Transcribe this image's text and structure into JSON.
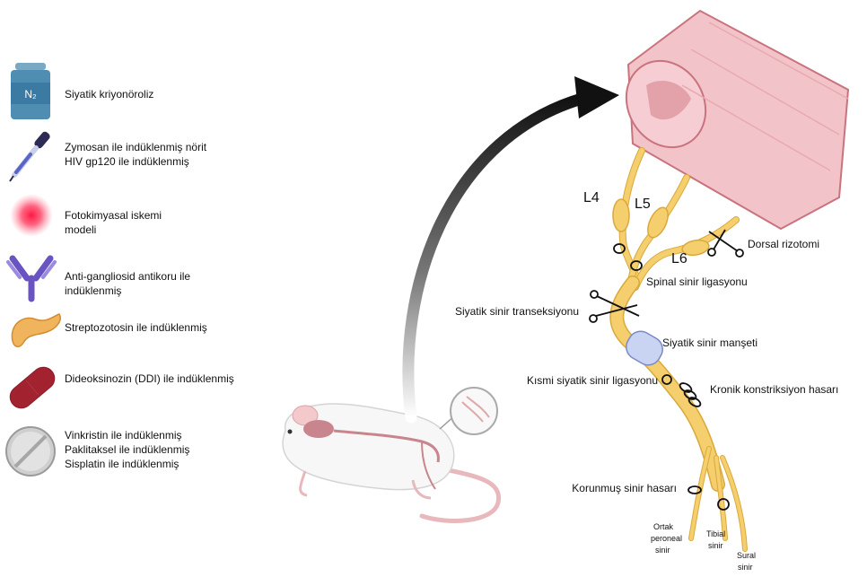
{
  "models": [
    {
      "icon": "liquid-nitrogen-tank-icon",
      "lines": [
        "Siyatik kriyonöroliz"
      ],
      "icon_text": "N₂"
    },
    {
      "icon": "dropper-icon",
      "lines": [
        "Zymosan ile indüklenmiş nörit",
        "HIV gp120 ile indüklenmiş"
      ]
    },
    {
      "icon": "red-glow-icon",
      "lines": [
        "Fotokimyasal iskemi",
        "modeli"
      ]
    },
    {
      "icon": "antibody-icon",
      "lines": [
        "Anti-gangliosid antikoru ile",
        "indüklenmiş"
      ]
    },
    {
      "icon": "pancreas-icon",
      "lines": [
        "Streptozotosin ile indüklenmiş"
      ]
    },
    {
      "icon": "capsule-icon",
      "lines": [
        "Dideoksinozin (DDI) ile indüklenmiş"
      ]
    },
    {
      "icon": "tablet-icon",
      "lines": [
        "Vinkristin ile indüklenmiş",
        "Paklitaksel ile indüklenmiş",
        "Sisplatin ile indüklenmiş"
      ]
    }
  ],
  "nerve_roots": {
    "l4": "L4",
    "l5": "L5",
    "l6": "L6"
  },
  "injury_labels": {
    "dorsal_rhizotomy": "Dorsal rizotomi",
    "spinal_nerve_ligation": "Spinal sinir ligasyonu",
    "sciatic_transection": "Siyatik sinir transeksiyonu",
    "sciatic_cuff": "Siyatik sinir manşeti",
    "partial_ligation": "Kısmi siyatik sinir ligasyonu",
    "chronic_constriction": "Kronik konstriksiyon hasarı",
    "spared_nerve_injury": "Korunmuş sinir hasarı"
  },
  "branches": {
    "common_peroneal": [
      "Ortak",
      "peroneal",
      "sinir"
    ],
    "tibial": [
      "Tibial",
      "sinir"
    ],
    "sural": [
      "Sural",
      "sinir"
    ]
  },
  "colors": {
    "nerve": "#f5cf6e",
    "nerve_outline": "#d9a93a",
    "spinal_cord": "#f2c4c9",
    "spinal_outline": "#c9737e",
    "arrow": "#111111"
  }
}
